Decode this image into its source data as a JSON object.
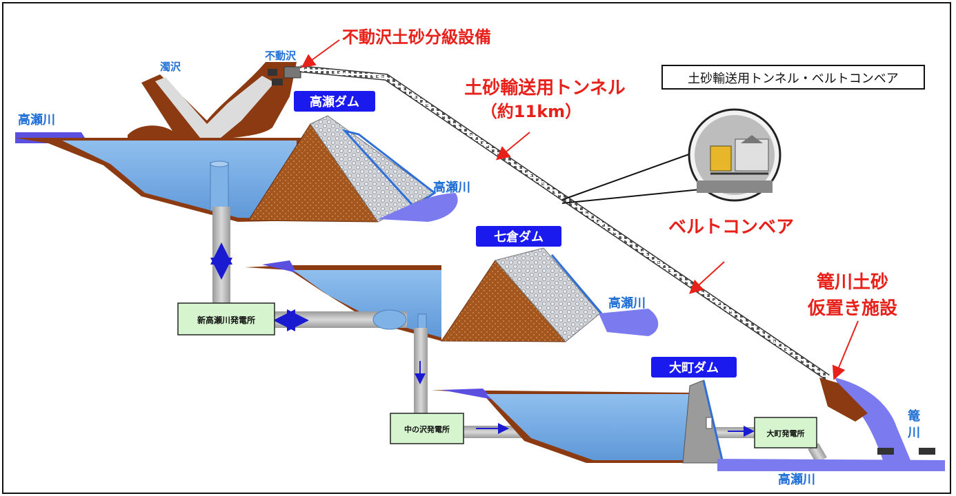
{
  "callouts": {
    "fudozawa_facility": "不動沢土砂分級設備",
    "tunnel_line1": "土砂輸送用トンネル",
    "tunnel_line2": "（約11km）",
    "belt_conveyor": "ベルトコンベア",
    "kagokawa_line1": "篭川土砂",
    "kagokawa_line2": "仮置き施設"
  },
  "legend_box": "土砂輸送用トンネル・ベルトコンベア",
  "dams": {
    "takase": "高瀬ダム",
    "nanakura": "七倉ダム",
    "omachi": "大町ダム"
  },
  "streams": {
    "nigorizawa": "濁沢",
    "fudozawa": "不動沢",
    "takase_upper": "高瀬川",
    "takase_mid1": "高瀬川",
    "takase_mid2": "高瀬川",
    "takase_lower": "高瀬川",
    "kagokawa_1": "篭",
    "kagokawa_2": "川"
  },
  "power_stations": {
    "shin_takasegawa": "新高瀬川発電所",
    "nakanosawa": "中の沢発電所",
    "omachi": "大町発電所"
  },
  "colors": {
    "callout_red": "#e8201a",
    "water_blue": "#7fb2e6",
    "dam_label_bg": "#1a1aee",
    "river_purple": "#5b4fe0",
    "earth_brown": "#8b3a12",
    "fill_brown": "#a0521d",
    "station_green": "#d6f5cf"
  }
}
